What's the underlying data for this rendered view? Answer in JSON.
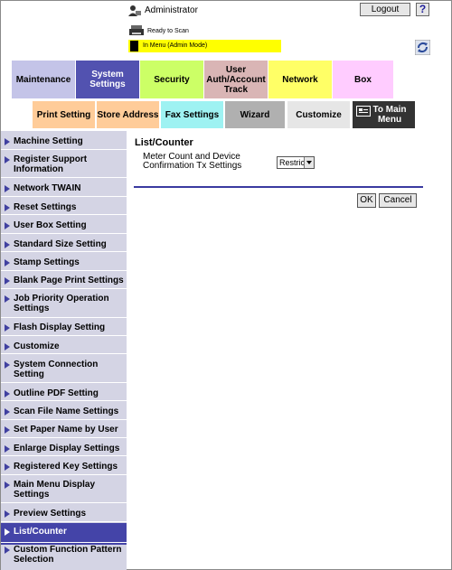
{
  "header": {
    "user": "Administrator",
    "logout_label": "Logout",
    "help_label": "?",
    "status": "Ready to Scan",
    "mode": "In Menu (Admin Mode)"
  },
  "main_tabs": [
    {
      "label": "Maintenance"
    },
    {
      "label": "System Settings"
    },
    {
      "label": "Security"
    },
    {
      "label": "User Auth/Account Track"
    },
    {
      "label": "Network"
    },
    {
      "label": "Box"
    }
  ],
  "sub_tabs": [
    {
      "label": "Print Setting"
    },
    {
      "label": "Store Address"
    },
    {
      "label": "Fax Settings"
    },
    {
      "label": "Wizard"
    },
    {
      "label": "Customize"
    },
    {
      "label": "To Main Menu"
    }
  ],
  "sidebar": {
    "items": [
      {
        "label": "Machine Setting"
      },
      {
        "label": "Register Support Information"
      },
      {
        "label": "Network TWAIN"
      },
      {
        "label": "Reset Settings"
      },
      {
        "label": "User Box Setting"
      },
      {
        "label": "Standard Size Setting"
      },
      {
        "label": "Stamp Settings"
      },
      {
        "label": "Blank Page Print Settings"
      },
      {
        "label": "Job Priority Operation Settings"
      },
      {
        "label": "Flash Display Setting"
      },
      {
        "label": "Customize"
      },
      {
        "label": "System Connection Setting"
      },
      {
        "label": "Outline PDF Setting"
      },
      {
        "label": "Scan File Name Settings"
      },
      {
        "label": "Set Paper Name by User"
      },
      {
        "label": "Enlarge Display Settings"
      },
      {
        "label": "Registered Key Settings"
      },
      {
        "label": "Main Menu Display Settings"
      },
      {
        "label": "Preview Settings"
      },
      {
        "label": "List/Counter"
      },
      {
        "label": "Custom Function Pattern Selection"
      }
    ]
  },
  "content": {
    "title": "List/Counter",
    "setting_label": "Meter Count and Device Confirmation Tx Settings",
    "setting_value": "Restrict",
    "ok_label": "OK",
    "cancel_label": "Cancel"
  },
  "colors": {
    "active_tab": "#5252b0",
    "sidebar_bg": "#d4d4e4",
    "mode_bar": "#ffff00"
  }
}
